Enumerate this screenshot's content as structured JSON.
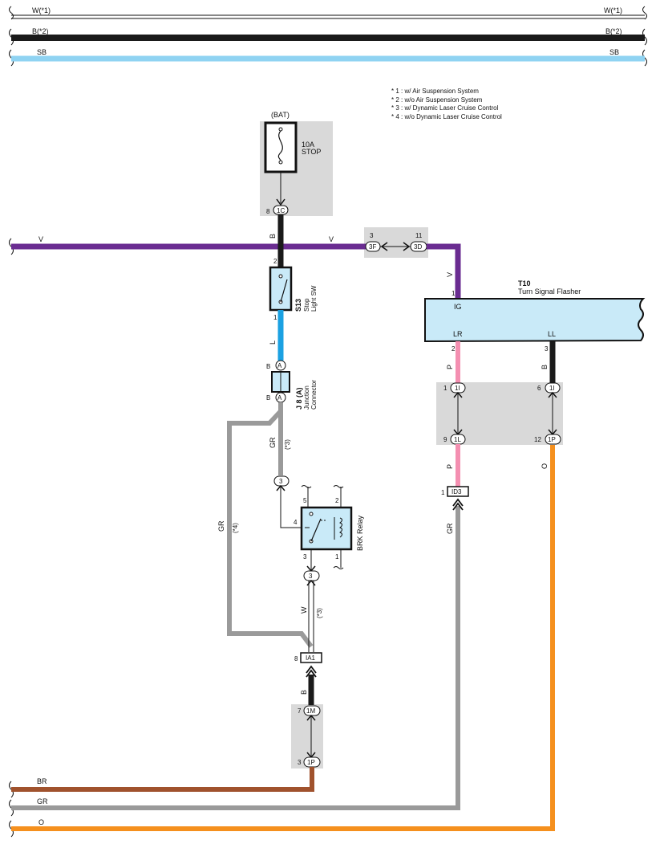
{
  "notes": {
    "n1": "* 1 : w/ Air Suspension System",
    "n2": "* 2 : w/o Air Suspension System",
    "n3": "* 3 : w/ Dynamic Laser Cruise Control",
    "n4": "* 4 : w/o Dynamic Laser Cruise Control"
  },
  "bus_top": {
    "w_left": "W(*1)",
    "w_right": "W(*1)",
    "b_left": "B(*2)",
    "b_right": "B(*2)",
    "sb_left": "SB",
    "sb_right": "SB"
  },
  "bus_v": {
    "left": "V",
    "mid": "V"
  },
  "fuse": {
    "source": "(BAT)",
    "rating": "10A",
    "name": "STOP",
    "pin": "8",
    "conn": "1C"
  },
  "wire_b": "B",
  "switch": {
    "pin_top": "2",
    "pin_bottom": "1",
    "id": "S13",
    "name1": "Stop",
    "name2": "Light SW"
  },
  "wire_l": "L",
  "junction": {
    "pin_top": "B",
    "pin_bottom": "B",
    "term": "A",
    "id": "J 8 (A)",
    "name1": "Junction",
    "name2": "Connector"
  },
  "wire_gr_a": "GR",
  "wire_gr_a_note": "(*3)",
  "wire_gr_b": "GR",
  "wire_gr_b_note": "(*4)",
  "relay": {
    "conn_in": "3",
    "conn_out": "3",
    "pin5": "5",
    "pin2": "2",
    "pin4": "4",
    "pin3": "3",
    "pin1": "1",
    "name": "BRK Relay"
  },
  "wire_w": "W",
  "wire_w_note": "(*3)",
  "ia1": {
    "pin": "8",
    "label": "IA1"
  },
  "wire_b2": "B",
  "c1m": {
    "pin": "7",
    "label": "1M"
  },
  "c1p_bottom": {
    "pin": "3",
    "label": "1P"
  },
  "bus_bottom": {
    "br": "BR",
    "gr": "GR",
    "o": "O"
  },
  "splice_3f_3d": {
    "pin_l": "3",
    "label_l": "3F",
    "pin_r": "11",
    "label_r": "3D"
  },
  "flasher": {
    "wire_in": "V",
    "pin_ig": "1",
    "id": "T10",
    "name": "Turn Signal Flasher",
    "ig": "IG",
    "lr": "LR",
    "ll": "LL",
    "pin_lr": "2",
    "pin_ll": "3"
  },
  "right_wires": {
    "p1": "P",
    "b": "B",
    "p2": "P",
    "o": "O",
    "gr": "GR"
  },
  "right_conns": {
    "c1i_a_pin": "1",
    "c1i_a": "1I",
    "c1i_b_pin": "6",
    "c1i_b": "1I",
    "c1l_pin": "9",
    "c1l": "1L",
    "c1p_pin": "12",
    "c1p": "1P",
    "id3_pin": "1",
    "id3": "ID3"
  },
  "colors": {
    "violet": "#6a2c91",
    "black": "#1a1a1a",
    "blue": "#1ba1e2",
    "gray": "#9a9a9a",
    "pink": "#f48fb1",
    "orange": "#f5901e",
    "brown": "#a0522d",
    "skyblue": "#8fd3f2",
    "panel": "#d9d9d9",
    "flasher": "#c9eaf8"
  }
}
